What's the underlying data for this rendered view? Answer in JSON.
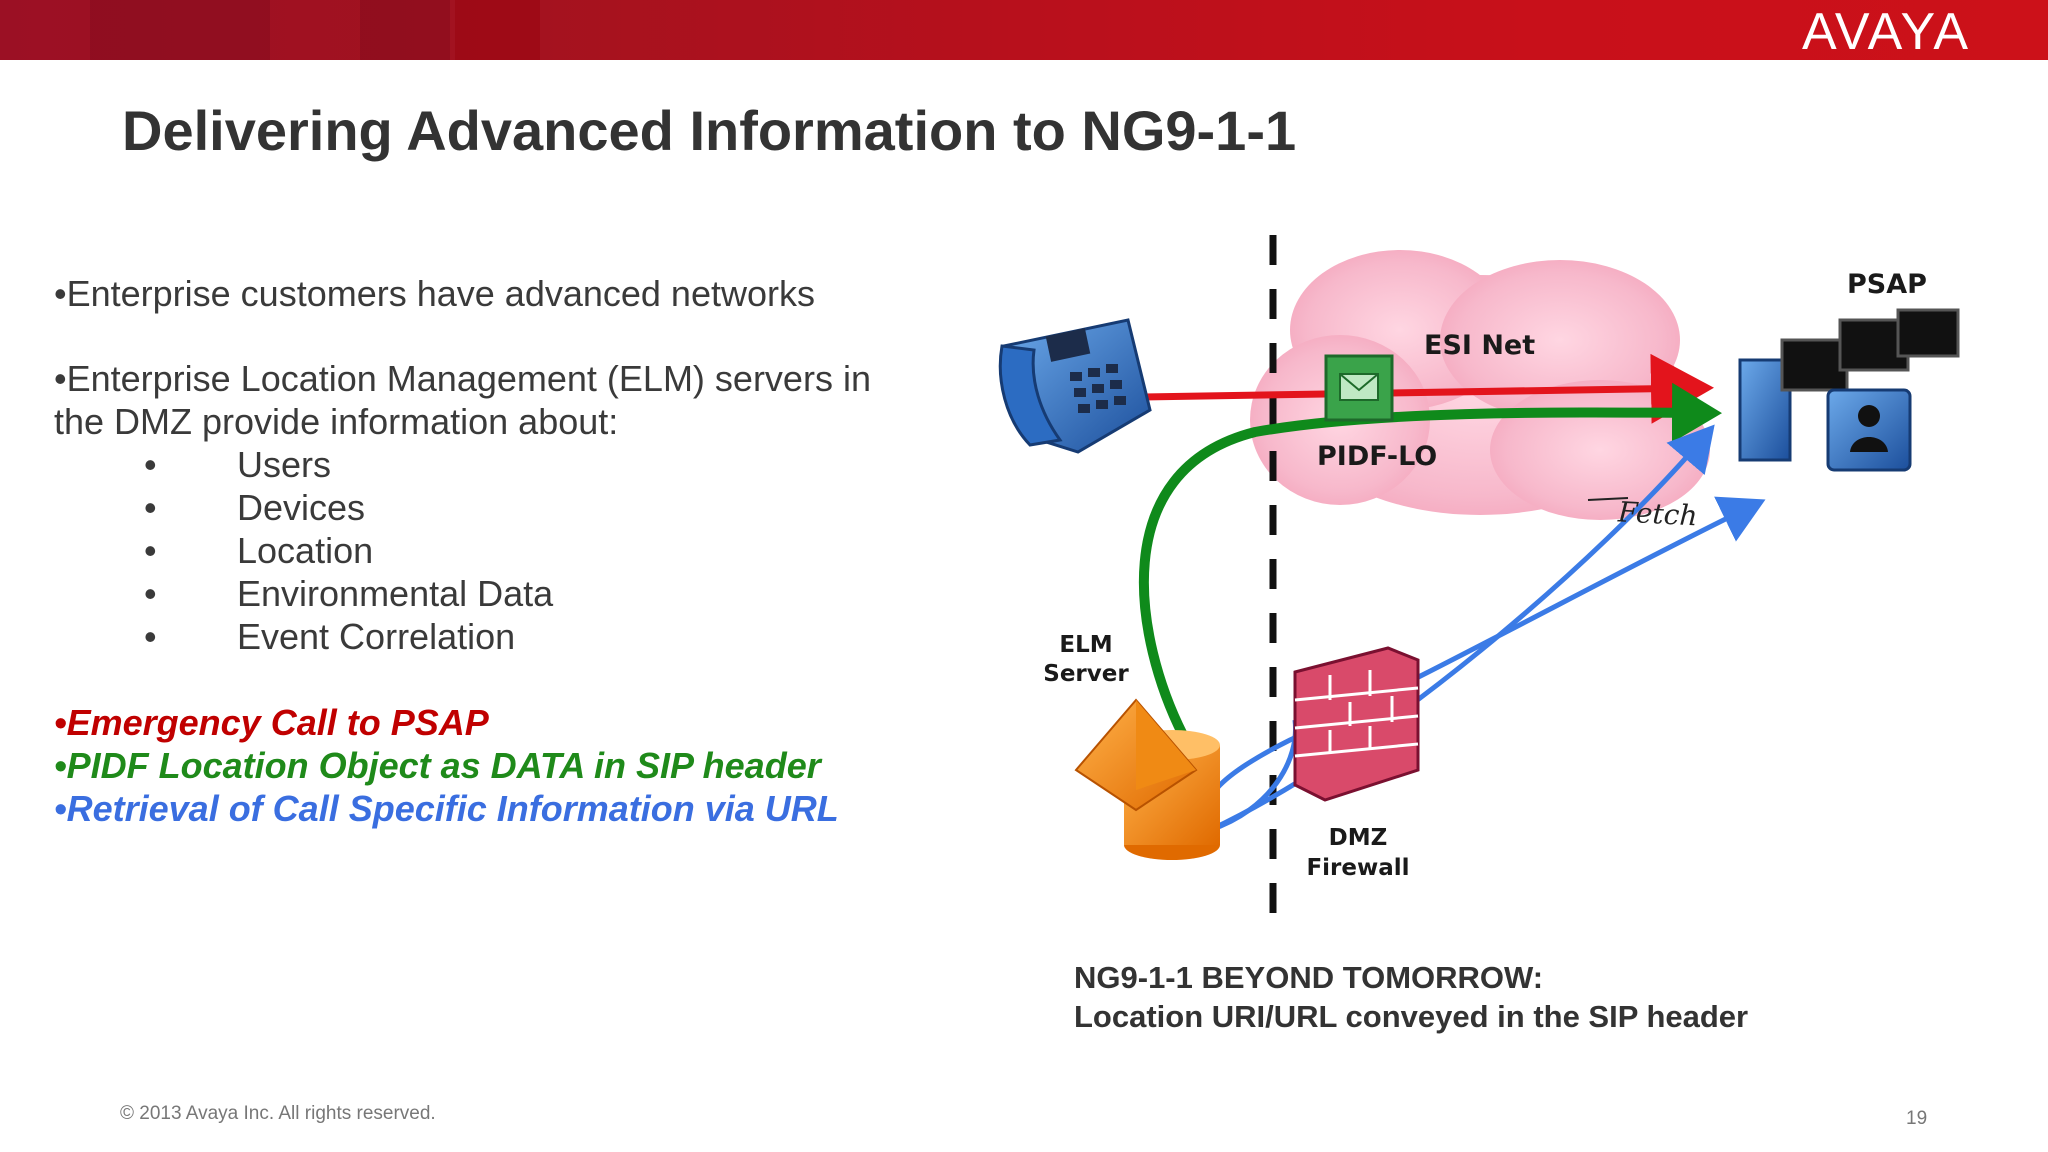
{
  "brand": {
    "logo_text": "AVAYA"
  },
  "slide": {
    "title": "Delivering Advanced Information to NG9-1-1",
    "bullet_1": "•Enterprise customers have advanced networks",
    "bullet_2_line1": "•Enterprise Location Management  (ELM) servers in",
    "bullet_2_line2": "the DMZ provide information about:",
    "sub_bullets": [
      {
        "marker": "•",
        "label": "Users"
      },
      {
        "marker": "•",
        "label": "Devices"
      },
      {
        "marker": "•",
        "label": "Location"
      },
      {
        "marker": "•",
        "label": "Environmental Data"
      },
      {
        "marker": "•",
        "label": "Event Correlation"
      }
    ],
    "highlights": {
      "red": "•Emergency Call to PSAP",
      "green": "•PIDF Location Object as DATA in SIP header",
      "blue": "•Retrieval of Call Specific Information via URL"
    },
    "colors": {
      "red": "#c00000",
      "green": "#1f8a1a",
      "blue": "#3a6ee0"
    }
  },
  "diagram": {
    "esi_net": "ESI Net",
    "pidf_lo": "PIDF-LO",
    "psap": "PSAP",
    "fetch": "Fetch",
    "elm_line1": "ELM",
    "elm_line2": "Server",
    "dmz_line1": "DMZ",
    "dmz_line2": "Firewall"
  },
  "caption": {
    "line1": "NG9-1-1 BEYOND TOMORROW:",
    "line2": "Location URI/URL conveyed in the SIP header"
  },
  "footer": {
    "copyright": "© 2013 Avaya Inc. All rights reserved.",
    "page": "19"
  }
}
